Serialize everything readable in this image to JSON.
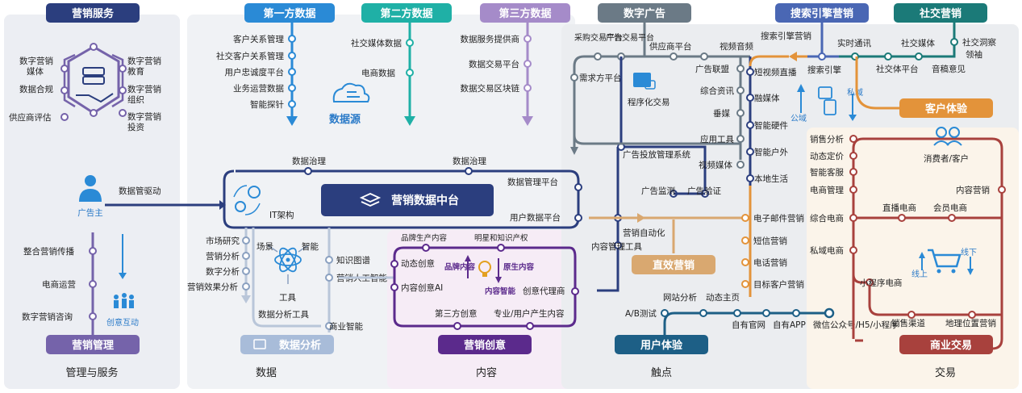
{
  "sections": {
    "marketing_service": "营销服务",
    "first_party": "第一方数据",
    "second_party": "第二方数据",
    "third_party": "第三方数据",
    "digital_ads": "数字广告",
    "search_marketing": "搜索引擎营销",
    "social_marketing": "社交营销",
    "customer_experience": "客户体验",
    "marketing_management": "营销管理",
    "data_analysis": "数据分析",
    "marketing_creative": "营销创意",
    "user_experience": "用户体验",
    "business_trade": "商业交易",
    "direct_marketing": "直效营销",
    "data_middle_platform": "营销数据中台",
    "data_source": "数据源"
  },
  "columns": {
    "mgmt": "管理与服务",
    "data": "数据",
    "content": "内容",
    "touchpoint": "触点",
    "trade": "交易"
  },
  "service": {
    "left": [
      "数字营销",
      "媒体",
      "数据合规",
      "供应商评估"
    ],
    "right": [
      "数字营销",
      "教育",
      "数字营销",
      "组织",
      "数字营销",
      "投资"
    ]
  },
  "advertiser": {
    "label": "广告主",
    "drive": "数据管驱动"
  },
  "management": [
    "整合营销传播",
    "电商运营",
    "数字营销咨询"
  ],
  "creative_interaction": "创意互动",
  "first_party_items": [
    "客户关系管理",
    "社交客户关系管理",
    "用户忠诚度平台",
    "业务运营数据",
    "智能探针"
  ],
  "second_party_items": [
    "社交媒体数据",
    "电商数据"
  ],
  "third_party_items": [
    "数据服务提供商",
    "数据交易平台",
    "数据交易区块链"
  ],
  "governance": [
    "数据治理",
    "数据治理"
  ],
  "platforms": [
    "数据管理平台",
    "用户数据平台"
  ],
  "it_arch": "IT架构",
  "analysis": {
    "left": [
      "市场研究",
      "营销分析",
      "数字分析",
      "营销效果分析"
    ],
    "scene": "场景",
    "smart": "智能",
    "tool": "工具",
    "tools": "数据分析工具",
    "kg": "知识图谱",
    "ai": "营销人工智能",
    "bi": "商业智能"
  },
  "creative": {
    "brand": "品牌生产内容",
    "star": "明星和知识产权",
    "dyn": "动态创意",
    "ai": "内容创意AI",
    "brand_content": "品牌内容",
    "native": "原生内容",
    "smart": "内容智能",
    "agency": "创意代理商",
    "third": "第三方创意",
    "pro": "专业/用户产生内容"
  },
  "ads": {
    "purchase": "采购交易平台",
    "adx": "广告交易平台",
    "ssp": "供应商平台",
    "video": "视频音频",
    "dsp": "需求方平台",
    "programmatic": "程序化交易",
    "alliance": "广告联盟",
    "info": "综合资讯",
    "vertical": "垂媒",
    "apps": "应用工具",
    "video_media": "视频媒体",
    "delivery": "广告投放管理系统",
    "monitor": "广告监测",
    "verify": "广告验证"
  },
  "media": [
    "短视频直播",
    "融媒体",
    "智能硬件",
    "智能户外",
    "本地生活"
  ],
  "search": {
    "mkt": "搜索引擎营销",
    "idx": "搜索引擎",
    "realtime": "实时通讯",
    "social_media": "社交媒体",
    "social_platform": "社交体平台",
    "voice": "音稿意见",
    "insight": "社交洞察",
    "leader": "领袖",
    "public": "公域",
    "private": "私域"
  },
  "direct": [
    "营销自动化",
    "内容管理工具",
    "电子邮件营销",
    "短信营销",
    "电话营销",
    "目标客户营销"
  ],
  "touch": {
    "ab": "A/B测试",
    "web": "网站分析",
    "dyn": "动态主页",
    "own": "自有官网",
    "app": "自有APP",
    "wechat": "微信公众号/H5/小程序"
  },
  "customer": {
    "consumer": "消费者/客户",
    "cmgmt": "内容营销"
  },
  "trade": {
    "left": [
      "销售分析",
      "动态定价",
      "智能客服",
      "电商管理",
      "综合电商",
      "私域电商"
    ],
    "live": "直播电商",
    "member": "会员电商",
    "mini": "小程序电商",
    "online": "线上",
    "offline": "线下",
    "channel": "销售渠道",
    "geo": "地理位置营销"
  }
}
